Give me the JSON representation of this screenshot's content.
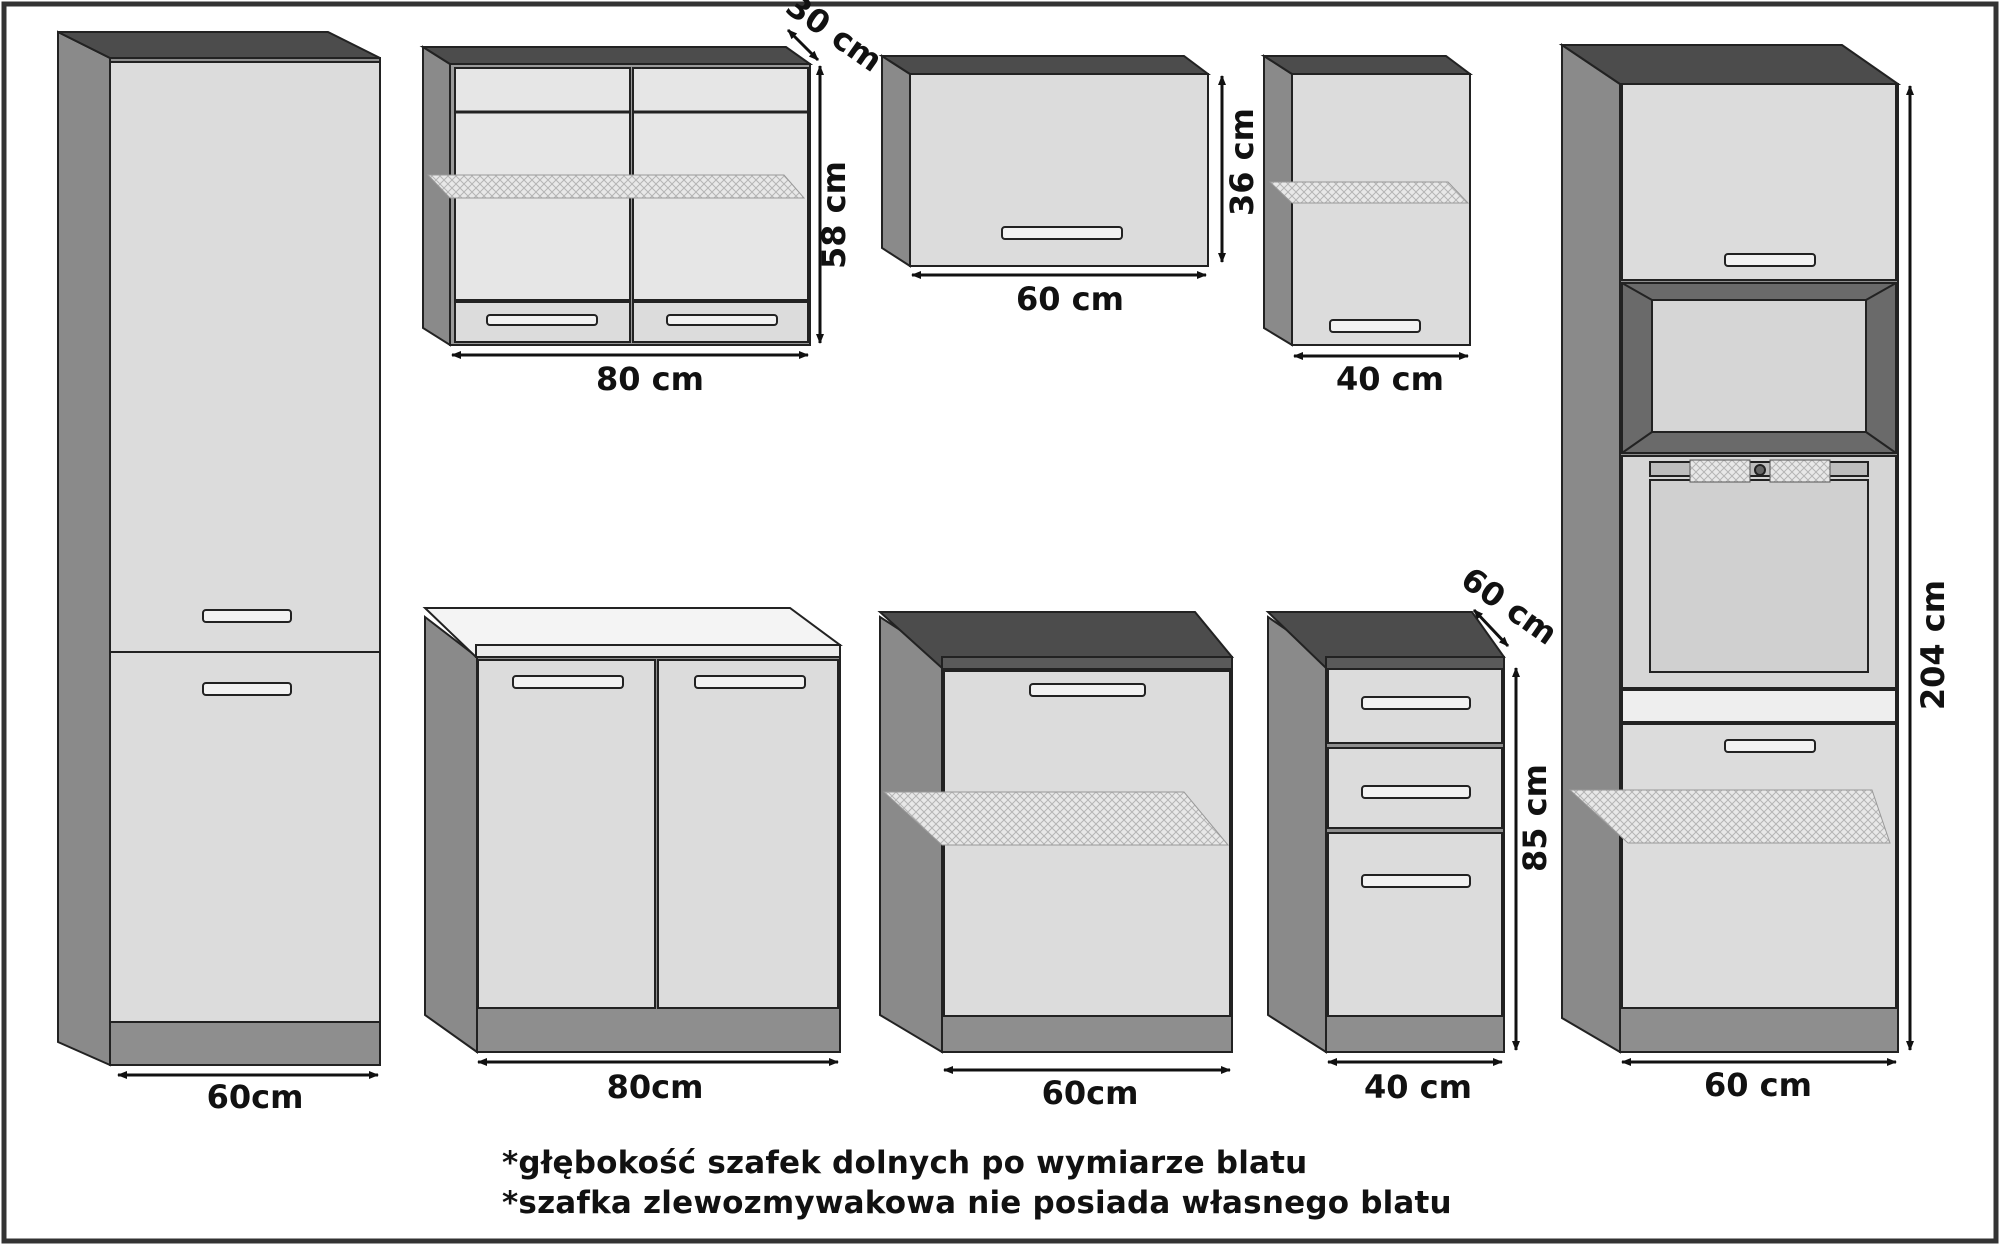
{
  "dimensions": {
    "tall_fridge_width": "60cm",
    "wall_glass_width": "80 cm",
    "wall_glass_height": "58 cm",
    "wall_depth": "30 cm",
    "wall_hood_width": "60 cm",
    "wall_hood_height": "36 cm",
    "wall_small_width": "40 cm",
    "base_sink_width": "80cm",
    "base_door_width": "60cm",
    "base_drawers_width": "40 cm",
    "base_depth": "60 cm",
    "base_height": "85 cm",
    "tall_oven_width": "60 cm",
    "tall_oven_height": "204 cm"
  },
  "notes": [
    "*głębokość szafek dolnych po wymiarze blatu",
    "*szafka zlewozmywakowa nie posiada własnego blatu"
  ],
  "colors": {
    "carcass": "#8e8e8e",
    "carcass_dark": "#5a5a5a",
    "front": "#dedede",
    "outline": "#222222"
  }
}
